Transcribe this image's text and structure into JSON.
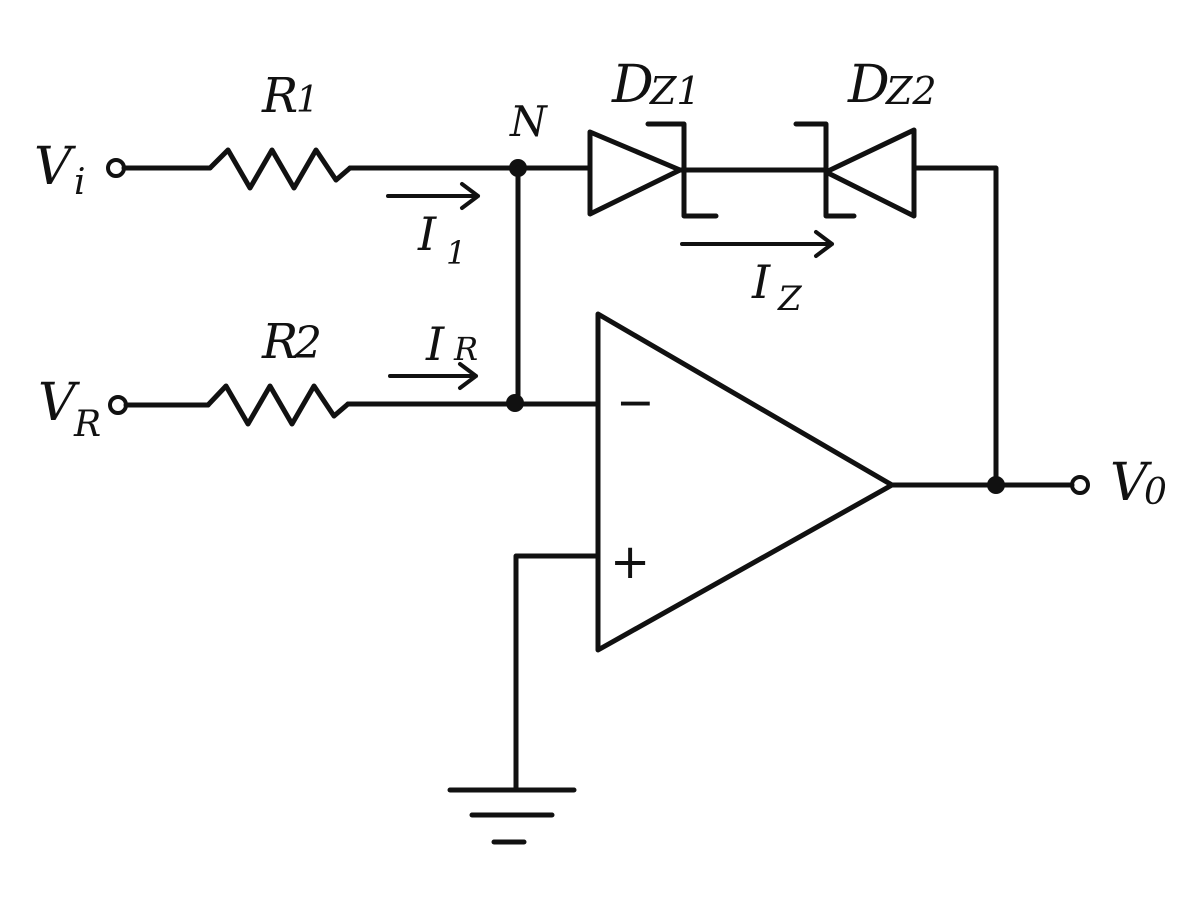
{
  "labels": {
    "vi": "V",
    "vi_sub": "i",
    "vr": "V",
    "vr_sub": "R",
    "vo": "V",
    "vo_sub": "0",
    "r1": "R",
    "r1_sub": "1",
    "r2": "R",
    "r2_sub": "2",
    "node_n": "N",
    "dz1": "D",
    "dz1_sub": "Z1",
    "dz2": "D",
    "dz2_sub": "Z2",
    "i1": "I",
    "i1_sub": "1",
    "ir": "I",
    "ir_sub": "R",
    "iz": "I",
    "iz_sub": "Z",
    "minus": "−",
    "plus": "+"
  },
  "colors": {
    "ink": "#111111",
    "paper": "#ffffff"
  }
}
